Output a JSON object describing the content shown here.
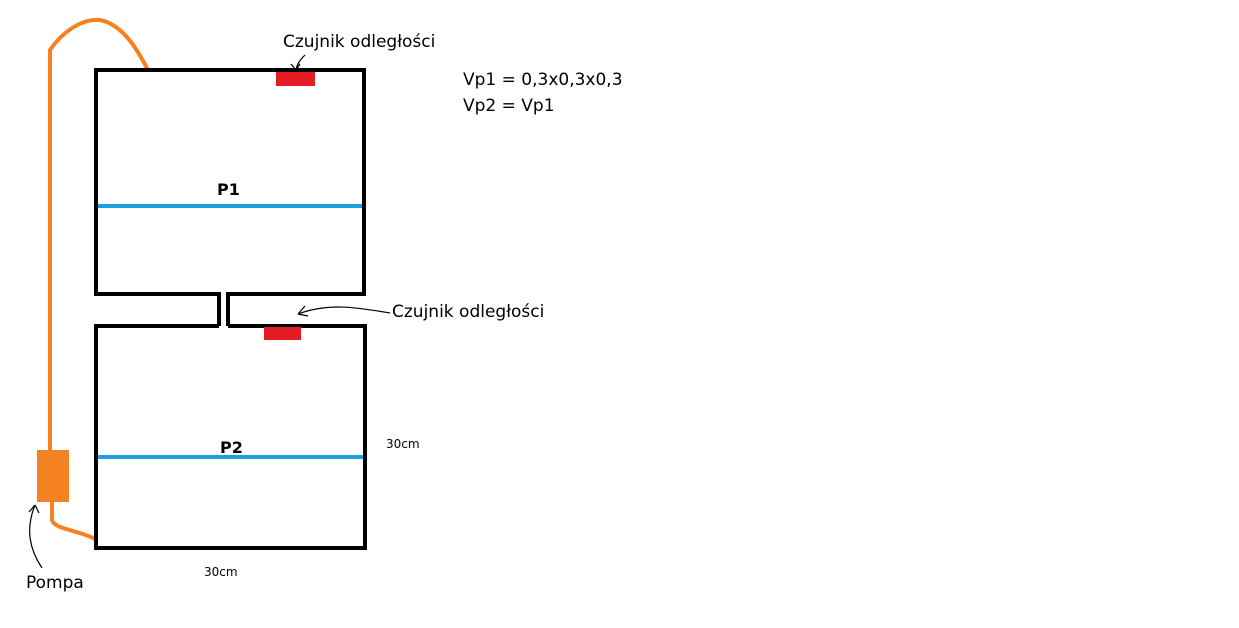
{
  "labels": {
    "sensor_top": "Czujnik odległości",
    "sensor_mid": "Czujnik odległości",
    "formula_1": "Vp1 = 0,3x0,3x0,3",
    "formula_2": "Vp2 = Vp1",
    "tank_top": "P1",
    "tank_bottom": "P2",
    "pump": "Pompa",
    "dim_height": "30cm",
    "dim_width": "30cm"
  },
  "colors": {
    "outline": "#000000",
    "water_level": "#1ba1e2",
    "sensor": "#e51c23",
    "pump_and_pipe": "#f58220"
  }
}
